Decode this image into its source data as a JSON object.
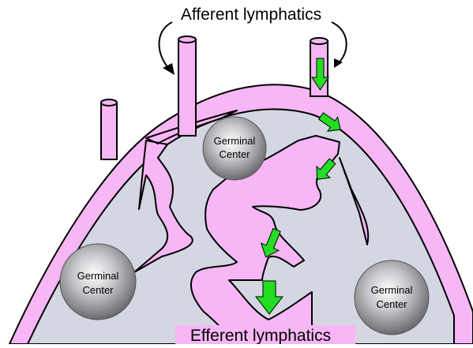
{
  "labels": {
    "afferent": "Afferent lymphatics",
    "efferent": "Efferent lymphatics"
  },
  "germinal_centers": [
    {
      "line1": "Germinal",
      "line2": "Center"
    },
    {
      "line1": "Germinal",
      "line2": "Center"
    },
    {
      "line1": "Germinal",
      "line2": "Center"
    }
  ],
  "colors": {
    "lymph": "#f7b6f5",
    "cortex": "#d4d6e2",
    "arrow": "#22dd22",
    "outline": "#000000"
  }
}
